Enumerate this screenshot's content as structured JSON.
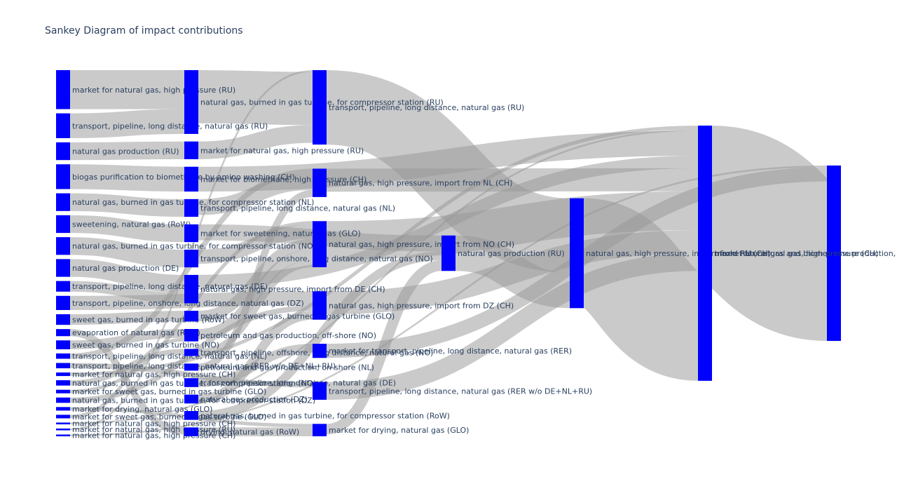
{
  "title": "Sankey Diagram of impact contributions",
  "colors": {
    "node": "#0000ff",
    "link": "rgba(150,150,150,0.5)",
    "text": "#2a3f5f"
  },
  "nodes": [
    {
      "label": "market for natural gas, high pressure (RU)",
      "col": 0
    },
    {
      "label": "transport, pipeline, long distance, natural gas (RU)",
      "col": 0
    },
    {
      "label": "natural gas production (RU)",
      "col": 0
    },
    {
      "label": "biogas purification to biomethane by amino washing (CH)",
      "col": 0
    },
    {
      "label": "natural gas, burned in gas turbine, for compressor station (NL)",
      "col": 0
    },
    {
      "label": "sweetening, natural gas (RoW)",
      "col": 0
    },
    {
      "label": "natural gas, burned in gas turbine, for compressor station (NO)",
      "col": 0
    },
    {
      "label": "natural gas production (DE)",
      "col": 0
    },
    {
      "label": "transport, pipeline, long distance, natural gas (DE)",
      "col": 0
    },
    {
      "label": "transport, pipeline, onshore, long distance, natural gas (DZ)",
      "col": 0
    },
    {
      "label": "sweet gas, burned in gas turbine (RoW)",
      "col": 0
    },
    {
      "label": "evaporation of natural gas (RoW)",
      "col": 0
    },
    {
      "label": "sweet gas, burned in gas turbine (NO)",
      "col": 0
    },
    {
      "label": "transport, pipeline, long distance, natural gas (NL)",
      "col": 0
    },
    {
      "label": "transport, pipeline, long distance, natural gas (RER w/o DE+NL+RU)",
      "col": 0
    },
    {
      "label": "market for natural gas, high pressure (CH)",
      "col": 0
    },
    {
      "label": "natural gas, burned in gas turbine, for compressor station (NO)",
      "col": 0
    },
    {
      "label": "market for sweet gas, burned in gas turbine (GLO)",
      "col": 0
    },
    {
      "label": "natural gas, burned in gas turbine, for compressor station (DZ)",
      "col": 0
    },
    {
      "label": "market for drying, natural gas (GLO)",
      "col": 0
    },
    {
      "label": "market for sweet gas, burned in gas turbine (GLO)",
      "col": 0
    },
    {
      "label": "market for natural gas, high pressure (CH)",
      "col": 0
    },
    {
      "label": "market for natural gas, high pressure (RU)",
      "col": 0
    },
    {
      "label": "market for natural gas, high pressure (CH)",
      "col": 0
    },
    {
      "label": "natural gas, burned in gas turbine, for compressor station (RU)",
      "col": 1
    },
    {
      "label": "market for natural gas, high pressure (RU)",
      "col": 1
    },
    {
      "label": "market for biomethane, high pressure (CH)",
      "col": 1
    },
    {
      "label": "transport, pipeline, long distance, natural gas (NL)",
      "col": 1
    },
    {
      "label": "market for sweetening, natural gas (GLO)",
      "col": 1
    },
    {
      "label": "transport, pipeline, onshore, long distance, natural gas (NO)",
      "col": 1
    },
    {
      "label": "natural gas, high pressure, import from DE (CH)",
      "col": 1
    },
    {
      "label": "market for sweet gas, burned in gas turbine (GLO)",
      "col": 1
    },
    {
      "label": "petroleum and gas production, off-shore (NO)",
      "col": 1
    },
    {
      "label": "transport, pipeline, offshore, long distance, natural gas (NO)",
      "col": 1
    },
    {
      "label": "petroleum and gas production, on-shore (NL)",
      "col": 1
    },
    {
      "label": "transport, pipeline, long distance, natural gas (DE)",
      "col": 1
    },
    {
      "label": "natural gas production (DZ)",
      "col": 1
    },
    {
      "label": "natural gas, burned in gas turbine, for compressor station (RoW)",
      "col": 1
    },
    {
      "label": "drying, natural gas (RoW)",
      "col": 1
    },
    {
      "label": "transport, pipeline, long distance, natural gas (RU)",
      "col": 2
    },
    {
      "label": "natural gas, high pressure, import from NL (CH)",
      "col": 2
    },
    {
      "label": "natural gas, high pressure, import from NO (CH)",
      "col": 2
    },
    {
      "label": "natural gas, high pressure, import from DZ (CH)",
      "col": 2
    },
    {
      "label": "market for transport, pipeline, long distance, natural gas (RER)",
      "col": 2
    },
    {
      "label": "transport, pipeline, long distance, natural gas (RER w/o DE+NL+RU)",
      "col": 2
    },
    {
      "label": "market for drying, natural gas (GLO)",
      "col": 2
    },
    {
      "label": "natural gas production (RU)",
      "col": 3
    },
    {
      "label": "natural gas, high pressure, import from RU (CH)",
      "col": 4
    },
    {
      "label": "mixed natural gas and biomethane production, high pressure (CH)",
      "col": 5
    },
    {
      "label": "market for natural gas, high pressure (CH)",
      "col": 6
    }
  ],
  "links": [
    {
      "source": 0,
      "target": 24,
      "value": 2.2
    },
    {
      "source": 1,
      "target": 24,
      "value": 1.4
    },
    {
      "source": 2,
      "target": 25,
      "value": 1.0
    },
    {
      "source": 3,
      "target": 26,
      "value": 1.4
    },
    {
      "source": 4,
      "target": 27,
      "value": 1.0
    },
    {
      "source": 5,
      "target": 28,
      "value": 1.0
    },
    {
      "source": 6,
      "target": 29,
      "value": 1.0
    },
    {
      "source": 7,
      "target": 30,
      "value": 1.0
    },
    {
      "source": 8,
      "target": 30,
      "value": 0.6
    },
    {
      "source": 9,
      "target": 42,
      "value": 0.8
    },
    {
      "source": 10,
      "target": 31,
      "value": 0.6
    },
    {
      "source": 11,
      "target": 38,
      "value": 0.4
    },
    {
      "source": 12,
      "target": 32,
      "value": 0.5
    },
    {
      "source": 13,
      "target": 40,
      "value": 0.3
    },
    {
      "source": 14,
      "target": 44,
      "value": 0.3
    },
    {
      "source": 15,
      "target": 48,
      "value": 0.2
    },
    {
      "source": 16,
      "target": 33,
      "value": 0.3
    },
    {
      "source": 17,
      "target": 41,
      "value": 0.2
    },
    {
      "source": 18,
      "target": 42,
      "value": 0.3
    },
    {
      "source": 19,
      "target": 45,
      "value": 0.2
    },
    {
      "source": 20,
      "target": 32,
      "value": 0.2
    },
    {
      "source": 21,
      "target": 48,
      "value": 0.1
    },
    {
      "source": 22,
      "target": 39,
      "value": 0.1
    },
    {
      "source": 23,
      "target": 49,
      "value": 0.1
    },
    {
      "source": 24,
      "target": 39,
      "value": 3.0
    },
    {
      "source": 25,
      "target": 39,
      "value": 1.0
    },
    {
      "source": 26,
      "target": 48,
      "value": 1.4
    },
    {
      "source": 27,
      "target": 40,
      "value": 0.9
    },
    {
      "source": 28,
      "target": 46,
      "value": 0.9
    },
    {
      "source": 29,
      "target": 41,
      "value": 0.8
    },
    {
      "source": 30,
      "target": 48,
      "value": 0.7
    },
    {
      "source": 31,
      "target": 41,
      "value": 0.6
    },
    {
      "source": 32,
      "target": 41,
      "value": 0.6
    },
    {
      "source": 33,
      "target": 41,
      "value": 0.4
    },
    {
      "source": 34,
      "target": 40,
      "value": 0.4
    },
    {
      "source": 35,
      "target": 43,
      "value": 0.5
    },
    {
      "source": 36,
      "target": 42,
      "value": 0.5
    },
    {
      "source": 37,
      "target": 46,
      "value": 0.5
    },
    {
      "source": 38,
      "target": 45,
      "value": 0.5
    },
    {
      "source": 39,
      "target": 47,
      "value": 4.2
    },
    {
      "source": 40,
      "target": 48,
      "value": 1.3
    },
    {
      "source": 41,
      "target": 48,
      "value": 2.2
    },
    {
      "source": 42,
      "target": 48,
      "value": 1.3
    },
    {
      "source": 43,
      "target": 49,
      "value": 0.8
    },
    {
      "source": 44,
      "target": 48,
      "value": 1.0
    },
    {
      "source": 45,
      "target": 46,
      "value": 0.6
    },
    {
      "source": 46,
      "target": 47,
      "value": 2.0
    },
    {
      "source": 47,
      "target": 48,
      "value": 6.2
    },
    {
      "source": 48,
      "target": 49,
      "value": 9.0
    }
  ]
}
